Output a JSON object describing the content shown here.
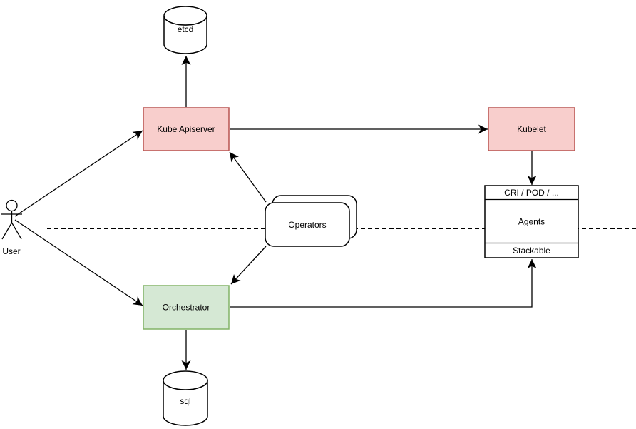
{
  "diagram": {
    "background": "#ffffff",
    "actor": {
      "label": "User"
    },
    "nodes": {
      "etcd": {
        "label": "etcd",
        "shape": "cylinder",
        "fill": "#ffffff",
        "stroke": "#000000"
      },
      "kube_apiserver": {
        "label": "Kube Apiserver",
        "shape": "rect",
        "fill": "#f8cecc",
        "stroke": "#b85450"
      },
      "kubelet": {
        "label": "Kubelet",
        "shape": "rect",
        "fill": "#f8cecc",
        "stroke": "#b85450"
      },
      "operators": {
        "label": "Operators",
        "shape": "stacked-rounded-rect",
        "fill": "#ffffff",
        "stroke": "#000000"
      },
      "agents_stack": {
        "header": "CRI / POD / ...",
        "body": "Agents",
        "footer": "Stackable",
        "shape": "sectioned-rect",
        "fill": "#ffffff",
        "stroke": "#000000"
      },
      "orchestrator": {
        "label": "Orchestrator",
        "shape": "rect",
        "fill": "#d5e8d4",
        "stroke": "#82b366"
      },
      "sql": {
        "label": "sql",
        "shape": "cylinder",
        "fill": "#ffffff",
        "stroke": "#000000"
      }
    },
    "edges": [
      {
        "from": "user",
        "to": "kube_apiserver"
      },
      {
        "from": "user",
        "to": "orchestrator"
      },
      {
        "from": "kube_apiserver",
        "to": "etcd"
      },
      {
        "from": "kube_apiserver",
        "to": "kubelet"
      },
      {
        "from": "kubelet",
        "to": "agents_stack"
      },
      {
        "from": "operators",
        "to": "kube_apiserver"
      },
      {
        "from": "operators",
        "to": "orchestrator"
      },
      {
        "from": "orchestrator",
        "to": "agents_stack"
      },
      {
        "from": "orchestrator",
        "to": "sql"
      }
    ],
    "boundary": {
      "style": "dashed"
    }
  }
}
